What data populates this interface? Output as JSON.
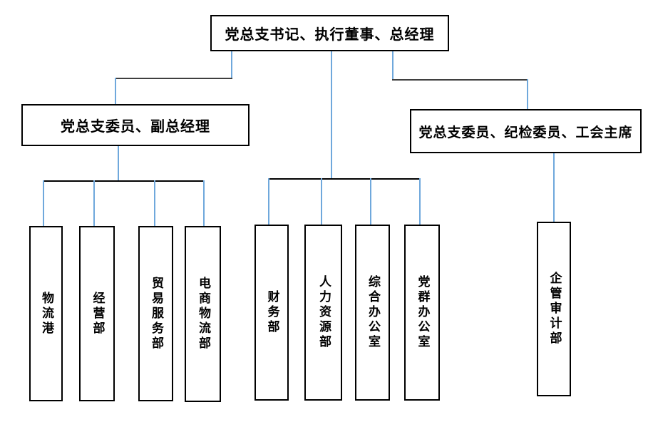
{
  "org_chart": {
    "root": {
      "label": "党总支书记、执行董事、总经理"
    },
    "level2": [
      {
        "id": "deputy",
        "label": "党总支委员、副总经理"
      },
      {
        "id": "committee",
        "label": "党总支委员、纪检委员、工会主席"
      }
    ],
    "departments": [
      {
        "label": "物流港",
        "parent": "deputy"
      },
      {
        "label": "经营部",
        "parent": "deputy"
      },
      {
        "label": "贸易服务部",
        "parent": "deputy"
      },
      {
        "label": "电商物流部",
        "parent": "deputy"
      },
      {
        "label": "财务部",
        "parent": "root"
      },
      {
        "label": "人力资源部",
        "parent": "root"
      },
      {
        "label": "综合办公室",
        "parent": "root"
      },
      {
        "label": "党群办公室",
        "parent": "root"
      },
      {
        "label": "企管审计部",
        "parent": "committee"
      }
    ],
    "colors": {
      "connector_vertical": "#6fa8dc",
      "connector_horizontal": "#000000",
      "box_border": "#000000",
      "text": "#000000",
      "background": "#ffffff"
    }
  }
}
